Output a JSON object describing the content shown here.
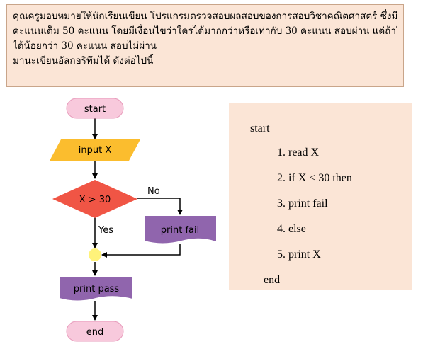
{
  "problem": {
    "lines": [
      "คุณครูมอบหมายให้นักเรียนเขียน โปรแกรมตรวจสอบผลสอบของการสอบวิชาคณิตศาสตร์ ซึ่งมี",
      "คะแนนเต็ม 50 คะแนน โดยมีเงื่อนไขว่าใครได้มากกว่าหรือเท่ากับ 30 คะแนน สอบผ่าน แต่ถ้าใคร",
      "ได้น้อยกว่า 30 คะแนน สอบไม่ผ่าน",
      "มานะเขียนอัลกอริทึมได้ ดังต่อไปนี้"
    ]
  },
  "flowchart": {
    "start": "start",
    "input": "input X",
    "decision": "X > 30",
    "no_label": "No",
    "yes_label": "Yes",
    "fail": "print fail",
    "pass": "print pass",
    "end": "end",
    "colors": {
      "terminal_fill": "#f8c9dc",
      "terminal_stroke": "#e79bbb",
      "input_fill": "#fbbd2e",
      "decision_fill": "#f05545",
      "process_fill": "#9065ad",
      "connector_fill": "#fff27a",
      "line": "#000000"
    }
  },
  "pseudocode": {
    "start": "start",
    "steps": [
      "1. read X",
      "2. if X < 30 then",
      "3. print fail",
      "4. else",
      "5. print X"
    ],
    "end": "end"
  }
}
